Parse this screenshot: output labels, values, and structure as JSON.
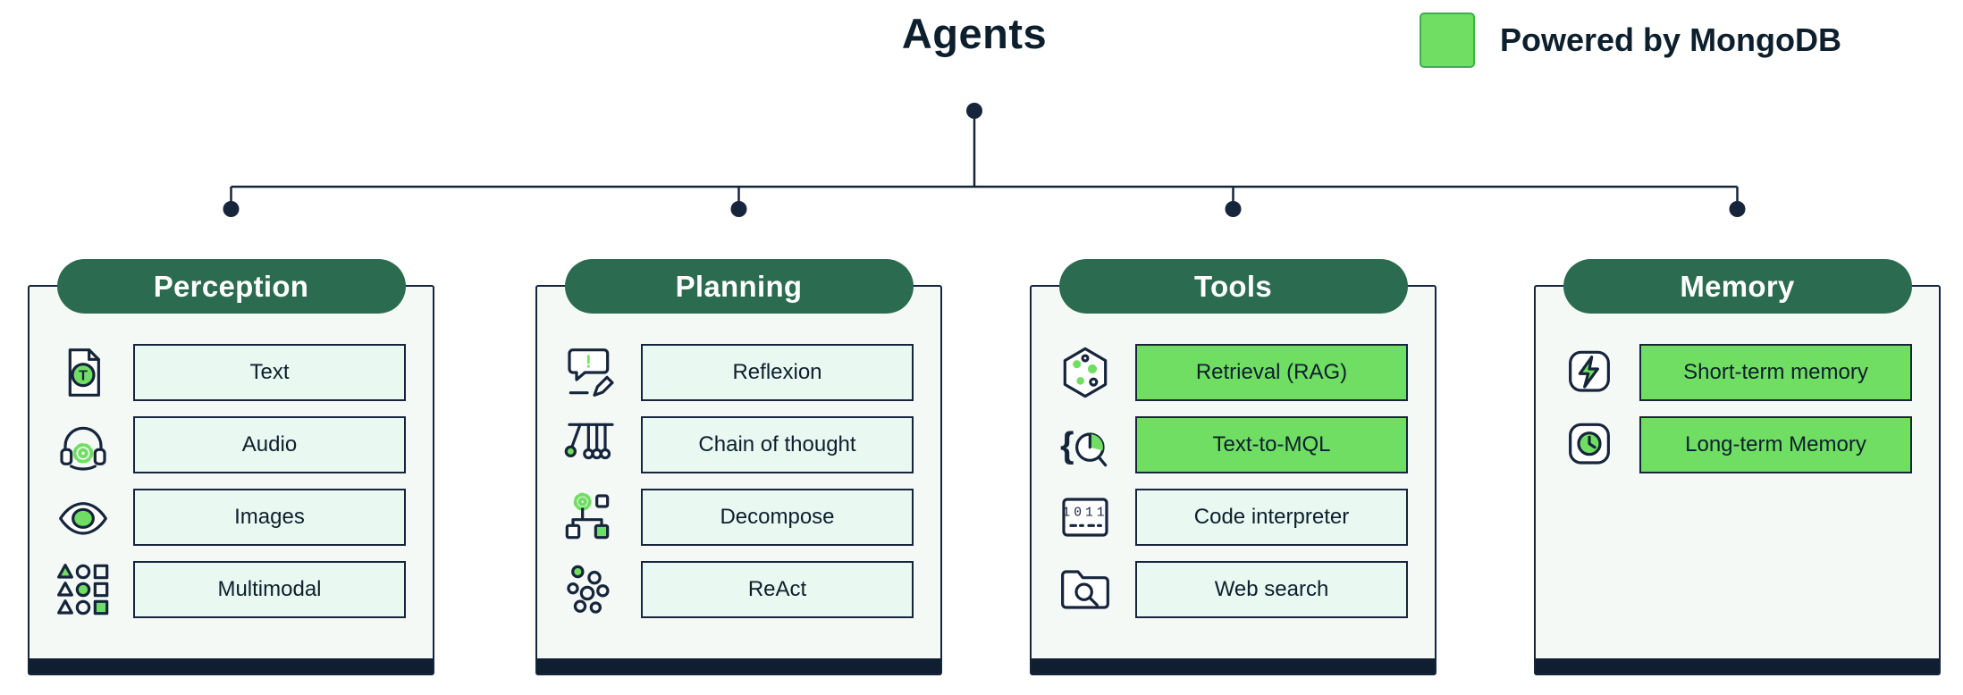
{
  "title": "Agents",
  "legend": {
    "label": "Powered by MongoDB",
    "swatch_color": "#70DE62"
  },
  "columns": [
    {
      "header": "Perception",
      "items": [
        {
          "label": "Text",
          "icon": "document-text-icon",
          "highlight": false
        },
        {
          "label": "Audio",
          "icon": "headphones-gear-icon",
          "highlight": false
        },
        {
          "label": "Images",
          "icon": "eye-icon",
          "highlight": false
        },
        {
          "label": "Multimodal",
          "icon": "shapes-grid-icon",
          "highlight": false
        }
      ]
    },
    {
      "header": "Planning",
      "items": [
        {
          "label": "Reflexion",
          "icon": "speech-alert-pencil-icon",
          "highlight": false
        },
        {
          "label": "Chain of thought",
          "icon": "pendulum-icon",
          "highlight": false
        },
        {
          "label": "Decompose",
          "icon": "gear-tree-icon",
          "highlight": false
        },
        {
          "label": "ReAct",
          "icon": "dots-cluster-icon",
          "highlight": false
        }
      ]
    },
    {
      "header": "Tools",
      "items": [
        {
          "label": "Retrieval (RAG)",
          "icon": "vector-hexagon-icon",
          "highlight": true
        },
        {
          "label": "Text-to-MQL",
          "icon": "braces-pie-icon",
          "highlight": true
        },
        {
          "label": "Code interpreter",
          "icon": "binary-box-icon",
          "highlight": false
        },
        {
          "label": "Web search",
          "icon": "folder-search-icon",
          "highlight": false
        }
      ]
    },
    {
      "header": "Memory",
      "items": [
        {
          "label": "Short-term memory",
          "icon": "flash-bubble-icon",
          "highlight": true
        },
        {
          "label": "Long-term Memory",
          "icon": "clock-bubble-icon",
          "highlight": true
        }
      ]
    }
  ],
  "colors": {
    "pill": "#2B6B4F",
    "hl": "#70DE62",
    "mint": "#E9F8F0",
    "card": "#F4F9F6",
    "ink": "#16253B",
    "bar": "#0F1E31",
    "text": "#0D1F2D"
  }
}
